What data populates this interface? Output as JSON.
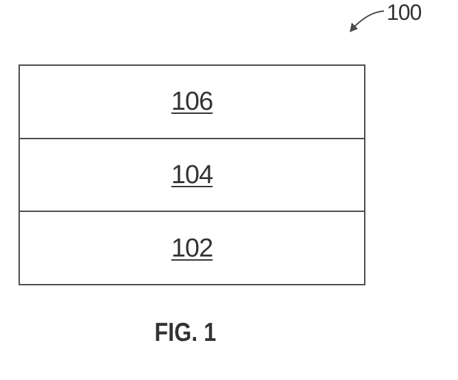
{
  "figure": {
    "reference_numeral": "100",
    "caption": "FIG. 1",
    "layers": [
      {
        "id": "layer-106",
        "label": "106"
      },
      {
        "id": "layer-104",
        "label": "104"
      },
      {
        "id": "layer-102",
        "label": "102"
      }
    ],
    "colors": {
      "line": "#4a4a4a",
      "text": "#333333",
      "background": "#ffffff"
    }
  }
}
